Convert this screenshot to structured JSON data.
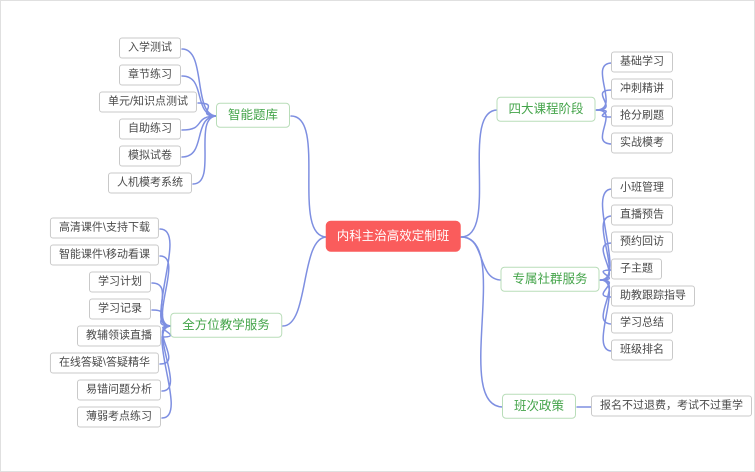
{
  "mindmap": {
    "root": {
      "id": "root",
      "label": "内科主治高效定制班"
    },
    "branches": [
      {
        "id": "b-question-bank",
        "label": "智能题库",
        "side": "left",
        "children": [
          {
            "id": "l-entry-test",
            "label": "入学测试"
          },
          {
            "id": "l-chapter-practice",
            "label": "章节练习"
          },
          {
            "id": "l-unit-test",
            "label": "单元/知识点测试"
          },
          {
            "id": "l-self-practice",
            "label": "自助练习"
          },
          {
            "id": "l-mock-paper",
            "label": "模拟试卷"
          },
          {
            "id": "l-mock-system",
            "label": "人机模考系统"
          }
        ]
      },
      {
        "id": "b-teaching-service",
        "label": "全方位教学服务",
        "side": "left",
        "children": [
          {
            "id": "l-hd-courseware",
            "label": "高清课件\\支持下载"
          },
          {
            "id": "l-smart-courseware",
            "label": "智能课件\\移动看课"
          },
          {
            "id": "l-study-plan",
            "label": "学习计划"
          },
          {
            "id": "l-study-record",
            "label": "学习记录"
          },
          {
            "id": "l-tutor-live",
            "label": "教辅领读直播"
          },
          {
            "id": "l-online-qa",
            "label": "在线答疑\\答疑精华"
          },
          {
            "id": "l-error-analysis",
            "label": "易错问题分析"
          },
          {
            "id": "l-weak-points",
            "label": "薄弱考点练习"
          }
        ]
      },
      {
        "id": "b-course-stages",
        "label": "四大课程阶段",
        "side": "right",
        "children": [
          {
            "id": "l-basic-learning",
            "label": "基础学习"
          },
          {
            "id": "l-sprint-lecture",
            "label": "冲刺精讲"
          },
          {
            "id": "l-score-drill",
            "label": "抢分刷题"
          },
          {
            "id": "l-mock-exam",
            "label": "实战模考"
          }
        ]
      },
      {
        "id": "b-community-service",
        "label": "专属社群服务",
        "side": "right",
        "children": [
          {
            "id": "l-small-class",
            "label": "小班管理"
          },
          {
            "id": "l-live-notice",
            "label": "直播预告"
          },
          {
            "id": "l-callback",
            "label": "预约回访"
          },
          {
            "id": "l-subtopic",
            "label": "子主题"
          },
          {
            "id": "l-ta-tracking",
            "label": "助教跟踪指导"
          },
          {
            "id": "l-study-summary",
            "label": "学习总结"
          },
          {
            "id": "l-class-ranking",
            "label": "班级排名"
          }
        ]
      },
      {
        "id": "b-class-policy",
        "label": "班次政策",
        "side": "right",
        "children": [
          {
            "id": "l-refund-policy",
            "label": "报名不过退费，考试不过重学"
          }
        ]
      }
    ],
    "colors": {
      "root_bg": "#fa5c5c",
      "root_text": "#ffffff",
      "branch_text": "#44a44a",
      "branch_border": "#b9ddb9",
      "leaf_text": "#4a4a4a",
      "leaf_border": "#c9c9c9",
      "line": "#7e8fe1",
      "canvas_bg": "#ffffff",
      "canvas_border": "#e0e0e0"
    }
  }
}
